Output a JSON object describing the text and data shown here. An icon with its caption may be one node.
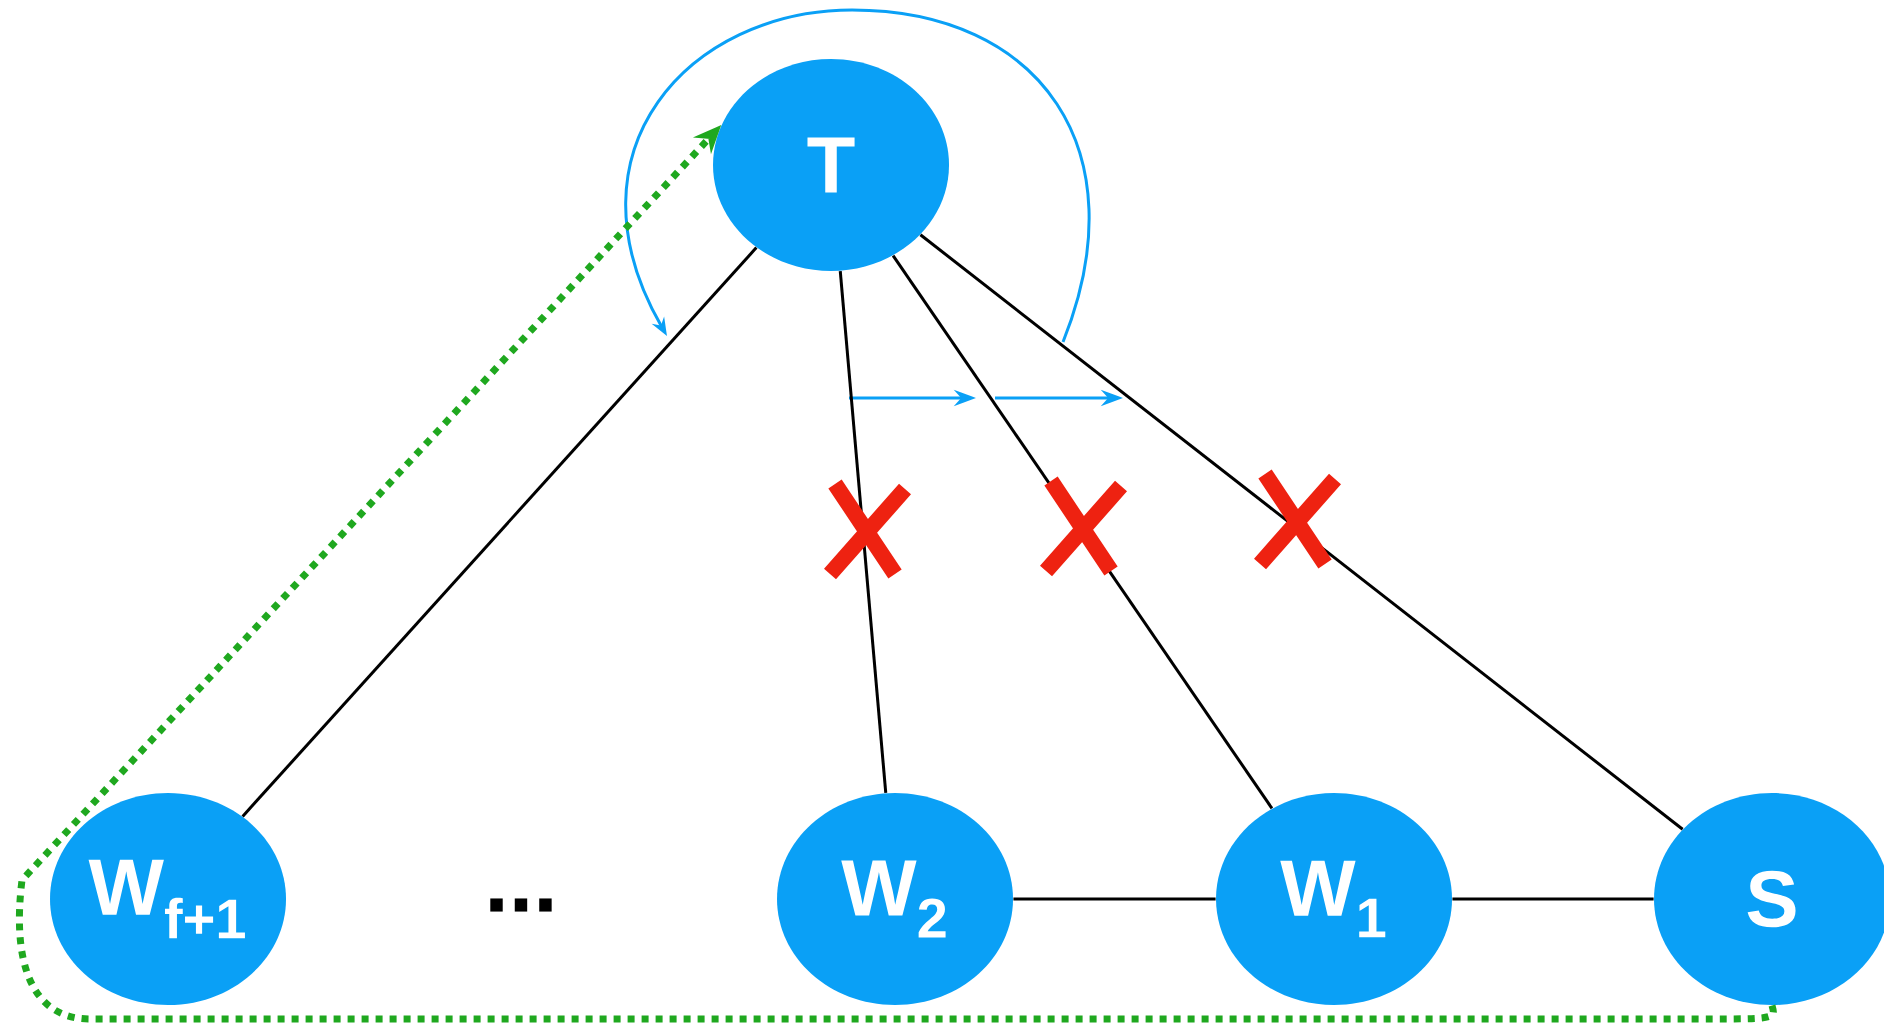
{
  "diagram": {
    "nodes": [
      {
        "text": [
          "T"
        ]
      },
      {
        "text": [
          "W$_{f+1}$"
        ]
      },
      {
        "text": [
          "W$_{2}$"
        ]
      },
      {
        "text": [
          "W$_{1}$"
        ]
      },
      {
        "text": [
          "S"
        ]
      }
    ],
    "edges": [
      {
        "from": 0,
        "to": 1,
        "arrow": "none"
      },
      {
        "from": 0,
        "to": 2,
        "arrow": "none"
      },
      {
        "from": 0,
        "to": 3,
        "arrow": "none"
      },
      {
        "from": 0,
        "to": 4,
        "arrow": "none"
      },
      {
        "from": 2,
        "to": 3,
        "arrow": "none"
      },
      {
        "from": 3,
        "to": 4,
        "arrow": "none"
      },
      {
        "from": 4,
        "to": 0,
        "arrow": "to",
        "style": "dashed",
        "color": "#1fa81f"
      }
    ],
    "labels": [
      "..."
    ]
  }
}
